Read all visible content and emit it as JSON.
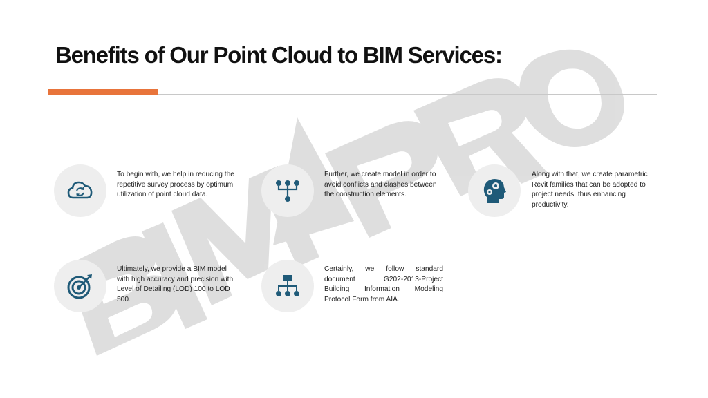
{
  "title": "Benefits of Our Point Cloud to BIM Services:",
  "watermark": {
    "text": "BIM PRO"
  },
  "colors": {
    "accent": "#e8743b",
    "icon": "#1f5a78",
    "icon_bg": "#eeeeee",
    "watermark": "#d9d9d9"
  },
  "benefits": [
    {
      "icon": "cloud-sync-icon",
      "text": "To begin with, we help in reducing the repetitive survey process by optimum utilization of point cloud data."
    },
    {
      "icon": "network-hierarchy-icon",
      "text": "Further, we create model in order to avoid conflicts and clashes between the construction elements."
    },
    {
      "icon": "head-gears-icon",
      "text": "Along with that, we create parametric Revit families that can be adopted to project needs, thus enhancing productivity."
    },
    {
      "icon": "target-arrow-icon",
      "text": "Ultimately, we provide a BIM model with high accuracy and precision with Level of Detailing (LOD) 100 to LOD 500."
    },
    {
      "icon": "org-chart-icon",
      "text": "Certainly, we follow standard document G202-2013-Project Building Information Modeling Protocol Form from AIA."
    }
  ]
}
